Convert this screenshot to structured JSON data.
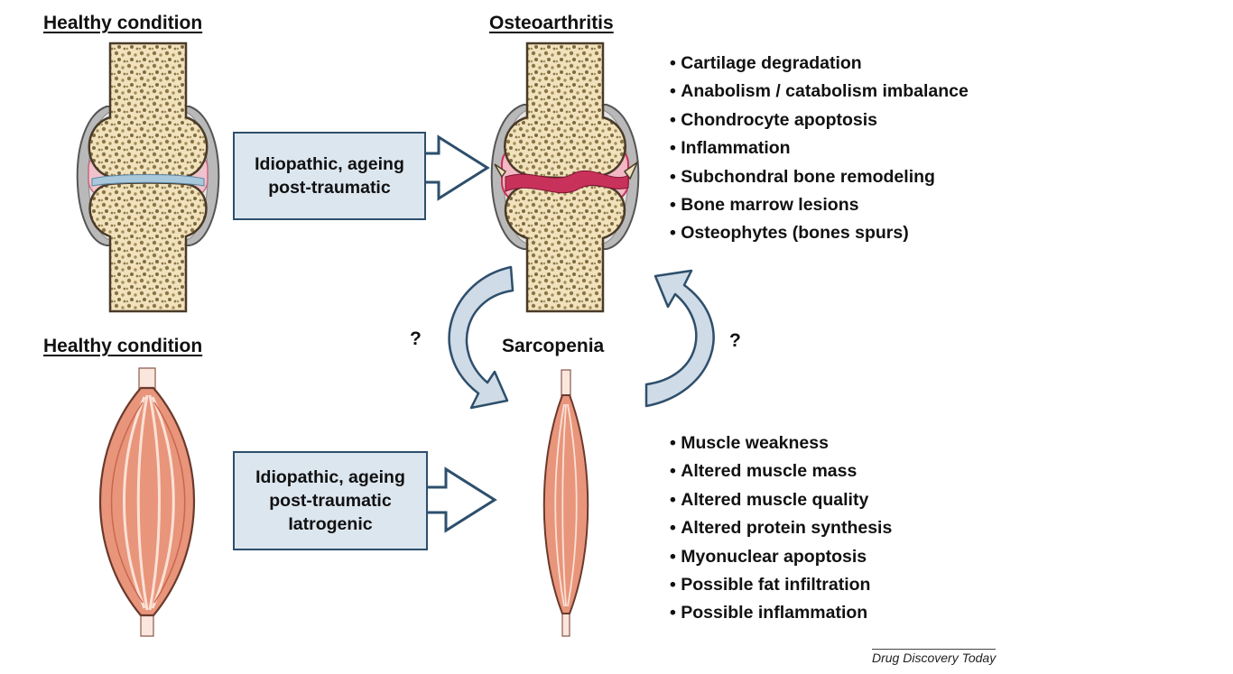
{
  "headings": {
    "top_left": "Healthy condition",
    "top_center": "Osteoarthritis",
    "bottom_left": "Healthy condition",
    "center": "Sarcopenia"
  },
  "cause_boxes": {
    "joint": [
      "Idiopathic, ageing",
      "post-traumatic"
    ],
    "muscle": [
      "Idiopathic, ageing",
      "post-traumatic",
      "Iatrogenic"
    ]
  },
  "question_marks": {
    "left": "?",
    "right": "?"
  },
  "osteoarthritis_features": [
    "Cartilage degradation",
    "Anabolism / catabolism imbalance",
    "Chondrocyte apoptosis",
    "Inflammation",
    "Subchondral bone remodeling",
    "Bone marrow lesions",
    "Osteophytes (bones spurs)"
  ],
  "sarcopenia_features": [
    "Muscle weakness",
    "Altered muscle mass",
    "Altered muscle quality",
    "Altered protein synthesis",
    "Myonuclear apoptosis",
    "Possible fat infiltration",
    "Possible inflammation"
  ],
  "credit": "Drug Discovery Today",
  "colors": {
    "bone": "#f1e2bd",
    "bone_outline": "#4a3a28",
    "trabecular_dots": "#8c7646",
    "capsule": "#9a9a9a",
    "cartilage_healthy": "#a9c8dc",
    "cartilage_damaged": "#c8325a",
    "synovium": "#f0c3cc",
    "muscle": "#e8957b",
    "muscle_outline": "#6b3a2c",
    "tendon": "#fbe6de",
    "box_fill": "#dce6ef",
    "box_border": "#2e4f6c",
    "arrow_fill": "#cfdbe6",
    "arrow_stroke": "#2e4f6c"
  }
}
